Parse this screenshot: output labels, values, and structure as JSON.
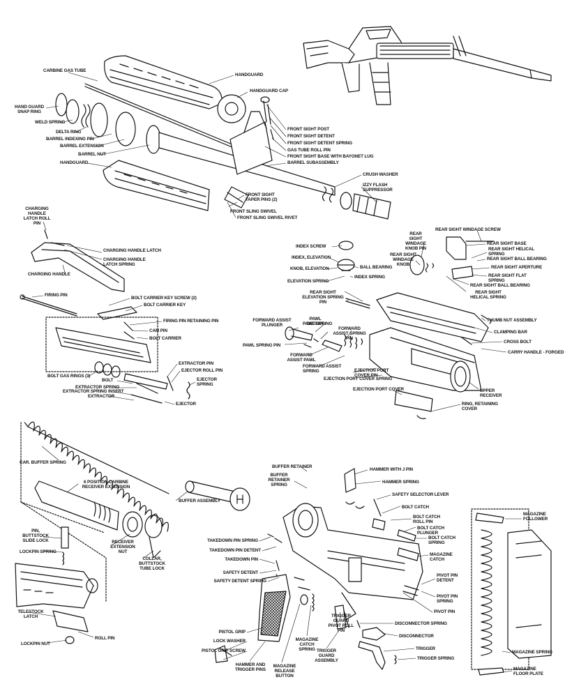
{
  "labels": {
    "carbine_gas_tube": "CARBINE GAS TUBE",
    "handguard_top": "HANDGUARD",
    "handguard_cap": "HANDGUARD CAP",
    "handguard_snap_ring": "HAND GUARD SNAP RING",
    "weld_spring": "WELD SPRING",
    "delta_ring": "DELTA RING",
    "barrel_indexing_pin": "BARREL INDEXING PIN",
    "barrel_extension": "BARREL EXTENSION",
    "barrel_nut": "BARREL NUT",
    "handguard_bottom": "HANDGUARD",
    "front_sight_post": "FRONT SIGHT POST",
    "front_sight_detent": "FRONT SIGHT DETENT",
    "front_sight_detent_spring": "FRONT SIGHT DETENT SPRING",
    "gas_tube_roll_pin": "GAS TUBE ROLL PIN",
    "front_sight_base": "FRONT SIGHT BASE WITH BAYONET LUG",
    "barrel_subassembly": "BARREL SUBASSEMBLY",
    "crush_washer": "CRUSH WASHER",
    "izzy_flash_suppressor": "IZZY FLASH SUPPRESSOR",
    "front_sight_taper_pins": "FRONT SIGHT TAPER PINS (2)",
    "front_sling_swivel": "FRONT SLING SWIVEL",
    "front_sling_swivel_rivet": "FRONT SLING SWIVEL RIVET",
    "charging_handle_latch_roll_pin": "CHARGING HANDLE LATCH ROLL PIN",
    "charging_handle_latch": "CHARGING HANDLE LATCH",
    "charging_handle_latch_spring": "CHARGING HANDLE LATCH SPRING",
    "charging_handle": "CHARGING HANDLE",
    "firing_pin": "FIRING PIN",
    "bolt_carrier_key_screw": "BOLT CARRIER KEY SCREW (2)",
    "bolt_carrier_key": "BOLT CARRIER KEY",
    "firing_pin_retaining_pin": "FIRING PIN RETAINING PIN",
    "cam_pin": "CAM PIN",
    "bolt_carrier": "BOLT CARRIER",
    "extractor_pin": "EXTRACTOR PIN",
    "ejector_roll_pin": "EJECTOR ROLL PIN",
    "ejector_spring": "EJECTOR SPRING",
    "bolt_gas_rings": "BOLT GAS RINGS (3)",
    "bolt": "BOLT",
    "extractor_spring": "EXTRACTOR SPRING",
    "extractor_spring_insert": "EXTRACTOR SPRING INSERT",
    "extractor": "EXTRACTOR",
    "ejector": "EJECTOR",
    "index_screw": "INDEX SCREW",
    "index_elevation": "INDEX, ELEVATION",
    "knob_elevation": "KNOB, ELEVATION",
    "ball_bearing": "BALL BEARING",
    "index_spring": "INDEX SPRING",
    "elevation_spring": "ELEVATION SPRING",
    "rear_sight_windage_knob_pin": "REAR SIGHT WINDAGE KNOB PIN",
    "rear_sight_windage_screw": "REAR SIGHT WINDAGE SCREW",
    "rear_sight_base": "REAR SIGHT BASE",
    "rear_sight_helical_spring_top": "REAR SIGHT HELICAL SPRING",
    "rear_sight_ball_bearing_top": "REAR SIGHT BALL BEARING",
    "rear_sight_windage_knob": "REAR SIGHT WINDAGE KNOB",
    "rear_sight_aperture": "REAR SIGHT APERTURE",
    "rear_sight_flat_spring": "REAR SIGHT FLAT SPRING",
    "rear_sight_ball_bearing": "REAR SIGHT BALL BEARING",
    "rear_sight_helical_spring": "REAR SIGHT HELICAL SPRING",
    "rear_sight_elevation_spring_pin": "REAR SIGHT ELEVATION SPRING PIN",
    "thumb_nut_assembly": "THUMB NUT ASSEMBLY",
    "clamping_bar": "CLAMPING BAR",
    "cross_bolt": "CROSS BOLT",
    "carry_handle_forged": "CARRY HANDLE - FORGED",
    "forward_assist_plunger": "FORWARD ASSIST PLUNGER",
    "pawl_detent": "PAWL DETENT",
    "pawl_spring": "PAWL SPRING",
    "forward_assist_spring_pin": "FORWARD ASSIST SPRING PIN",
    "pawl_spring_pin": "PAWL SPRING PIN",
    "forward_assist_pawl": "FORWARD ASSIST PAWL",
    "forward_assist_spring": "FORWARD ASSIST SPRING",
    "ejection_port_cover_pin": "EJECTION PORT COVER PIN",
    "ejection_port_cover_spring": "EJECTION PORT COVER SPRING",
    "ejection_port_cover": "EJECTION PORT COVER",
    "upper_receiver": "UPPER RECEIVER",
    "ring_retaining_cover": "RING, RETAINING COVER",
    "car_buffer_spring": "CAR. BUFFER SPRING",
    "six_position_extension": "6 POSITION CARBINE RECEIVER EXTENSION",
    "buffer_assembly": "BUFFER ASSEMBLY",
    "pin_buttstock_slide_lock": "PIN, BUTTSTOCK SLIDE LOCK",
    "lockpin_spring": "LOCKPIN SPRING",
    "receiver_extension_nut": "RECEIVER EXTENSION NUT",
    "collar_buttstock_tube_lock": "COLLAR, BUTTSTOCK TUBE LOCK",
    "telestock_latch": "TELESTOCK LATCH",
    "roll_pin": "ROLL PIN",
    "lockpin_nut": "LOCKPIN NUT",
    "buffer_retainer": "BUFFER RETAINER",
    "buffer_retainer_spring": "BUFFER RETAINER SPRING",
    "hammer_with_j_pin": "HAMMER WITH J PIN",
    "hammer_spring": "HAMMER SPRING",
    "safety_selector_lever": "SAFETY SELECTOR LEVER",
    "bolt_catch": "BOLT CATCH",
    "bolt_catch_roll_pin": "BOLT CATCH ROLL PIN",
    "bolt_catch_plunger": "BOLT CATCH PLUNGER",
    "bolt_catch_spring": "BOLT CATCH SPRING",
    "magazine_catch": "MAGAZINE CATCH",
    "takedown_pin_spring": "TAKEDOWN PIN SPRING",
    "takedown_pin_detent": "TAKEDOWN PIN DETENT",
    "takedown_pin": "TAKEDOWN PIN",
    "safety_detent": "SAFETY DETENT",
    "safety_detent_spring": "SAFETY DETENT SPRING",
    "pivot_pin_detent": "PIVOT PIN DETENT",
    "pivot_pin_spring": "PIVOT PIN SPRING",
    "pivot_pin": "PIVOT PIN",
    "pistol_grip": "PISTOL GRIP",
    "lock_washer": "LOCK WASHER",
    "pistol_grip_screw": "PISTOL GRIP SCREW",
    "hammer_and_trigger_pins": "HAMMER AND TRIGGER PINS",
    "magazine_release_button": "MAGAZINE RELEASE BUTTON",
    "magazine_catch_spring": "MAGAZINE CATCH SPRING",
    "trigger_guard_pivot_roll_pin": "TRIGGER GUARD PIVOT ROLL PIN",
    "trigger_guard_assembly": "TRIGGER GUARD ASSEMBLY",
    "disconnector_spring": "DISCONNECTOR SPRING",
    "disconnector": "DISCONNECTOR",
    "trigger": "TRIGGER",
    "trigger_spring": "TRIGGER SPRING",
    "magazine_follower": "MAGAZINE FOLLOWER",
    "magazine_spring": "MAGAZINE SPRING",
    "magazine_floor_plate": "MAGAZINE FLOOR PLATE"
  }
}
